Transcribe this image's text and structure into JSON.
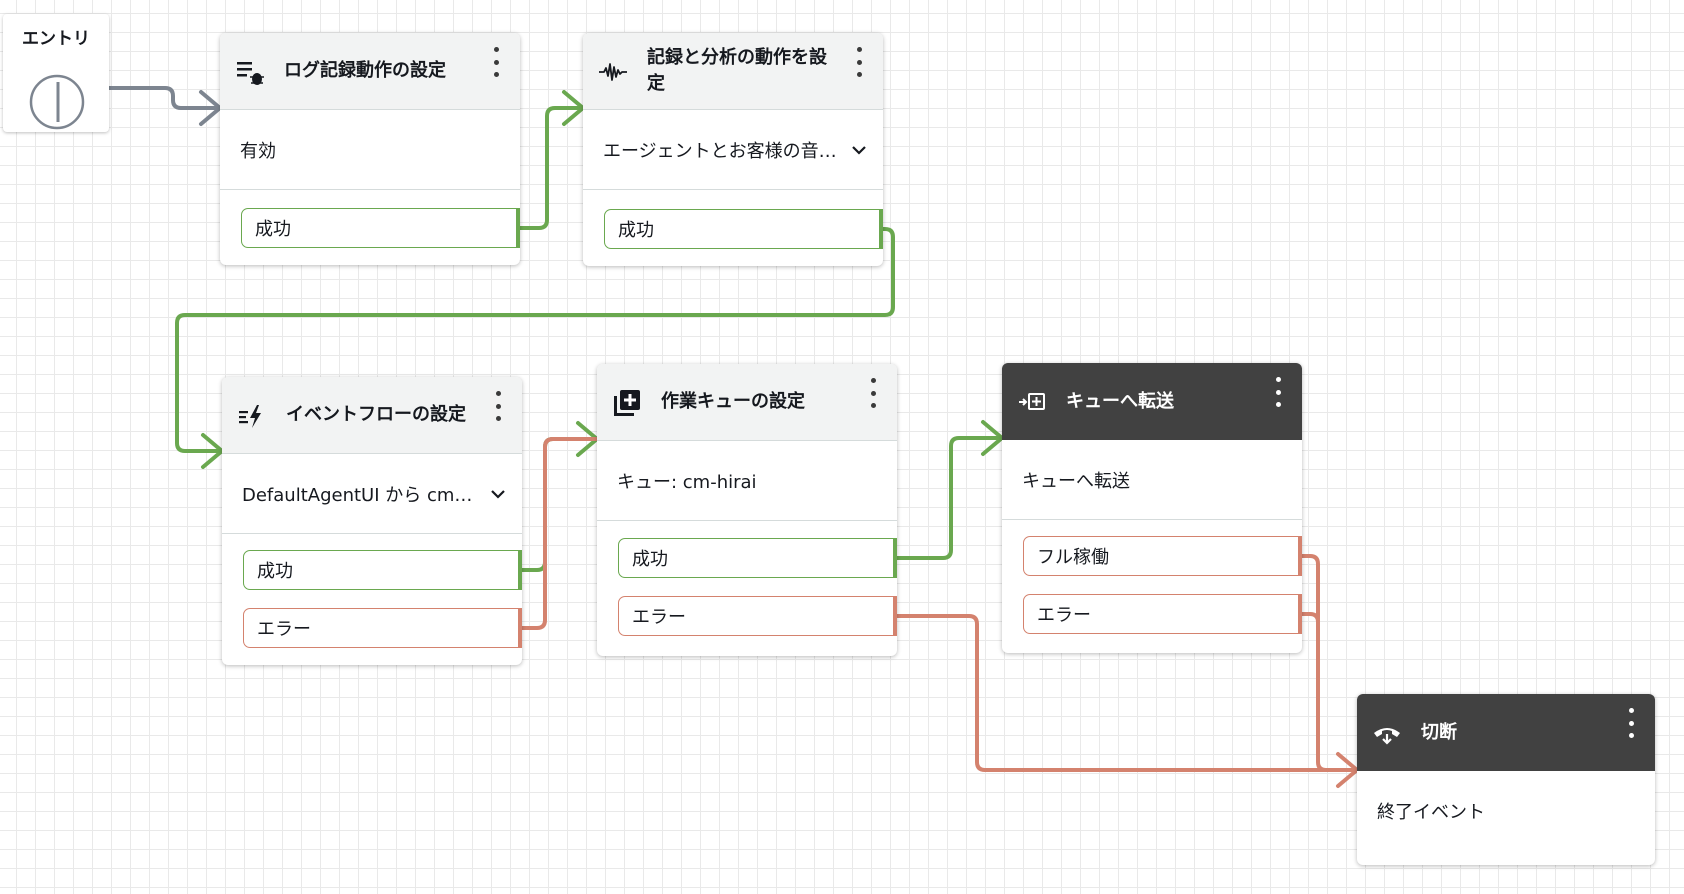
{
  "entry": {
    "label": "エントリ"
  },
  "colors": {
    "success": "#6aa84f",
    "error": "#d4826e",
    "neutral": "#7d8590",
    "dark_header": "#414141"
  },
  "blocks": {
    "logging": {
      "title": "ログ記録動作の設定",
      "icon": "log-settings-icon",
      "value": "有効",
      "branches": [
        "成功"
      ]
    },
    "recording": {
      "title": "記録と分析の動作を設定",
      "icon": "audio-wave-icon",
      "value": "エージェントとお客様の音声録音およびContact Lens分析",
      "branches": [
        "成功"
      ]
    },
    "event_flow": {
      "title": "イベントフローの設定",
      "icon": "event-flow-icon",
      "value": "DefaultAgentUI から cm-hirai",
      "branches": [
        "成功",
        "エラー"
      ]
    },
    "working_queue": {
      "title": "作業キューの設定",
      "icon": "queue-add-icon",
      "value": "キュー: cm-hirai",
      "branches": [
        "成功",
        "エラー"
      ]
    },
    "transfer_queue": {
      "title": "キューへ転送",
      "icon": "transfer-icon",
      "value": "キューへ転送",
      "branches": [
        "フル稼働",
        "エラー"
      ]
    },
    "disconnect": {
      "title": "切断",
      "icon": "hang-up-icon",
      "value": "終了イベント",
      "branches": []
    }
  }
}
